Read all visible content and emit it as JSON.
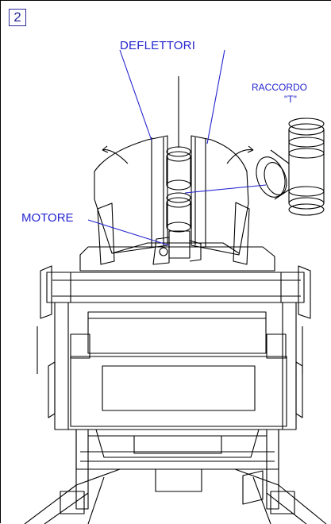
{
  "figure": {
    "number": "2"
  },
  "labels": {
    "deflettori": "DEFLETTORI",
    "raccordo": "RACCORDO",
    "raccordo_t": "\"T\"",
    "motore": "MOTORE"
  },
  "colors": {
    "label_blue": "#2424d0",
    "line_black": "#000000"
  }
}
